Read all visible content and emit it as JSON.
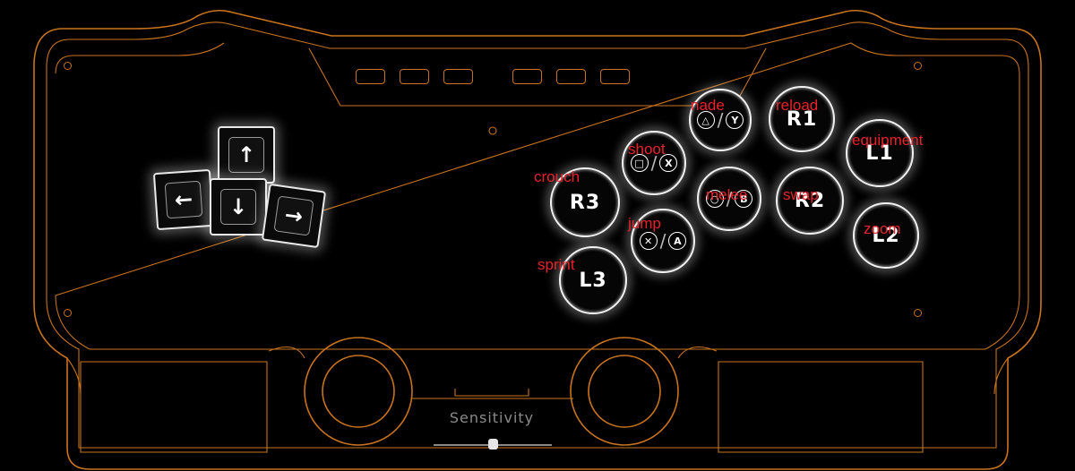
{
  "dpad": {
    "up_icon": "arrow-up-icon",
    "left_icon": "arrow-left-icon",
    "down_icon": "arrow-down-icon",
    "right_icon": "arrow-right-icon",
    "up": "↑",
    "left": "←",
    "down": "↓",
    "right": "→"
  },
  "buttons": {
    "nade": {
      "label": "nade",
      "symbols": [
        "△",
        "Y"
      ],
      "separator": "/"
    },
    "reload": {
      "label": "reload",
      "text": "R1"
    },
    "equipment": {
      "label": "equipment",
      "text": "L1"
    },
    "shoot": {
      "label": "shoot",
      "symbols": [
        "□",
        "X"
      ],
      "separator": "/"
    },
    "crouch": {
      "label": "crouch",
      "text": "R3"
    },
    "melee": {
      "label": "melee",
      "symbols": [
        "○",
        "B"
      ],
      "separator": "/"
    },
    "swap": {
      "label": "swap",
      "text": "R2"
    },
    "zoom": {
      "label": "zoom",
      "text": "L2"
    },
    "jump": {
      "label": "jump",
      "symbols": [
        "✕",
        "A"
      ],
      "separator": "/"
    },
    "sprint": {
      "label": "sprint",
      "text": "L3"
    }
  },
  "sensitivity": {
    "label": "Sensitivity",
    "value_fraction": 0.5
  },
  "colors": {
    "outline": "#c8731e",
    "label_red": "#e8222a",
    "button_border": "#f2f2f2",
    "background": "#000000"
  }
}
